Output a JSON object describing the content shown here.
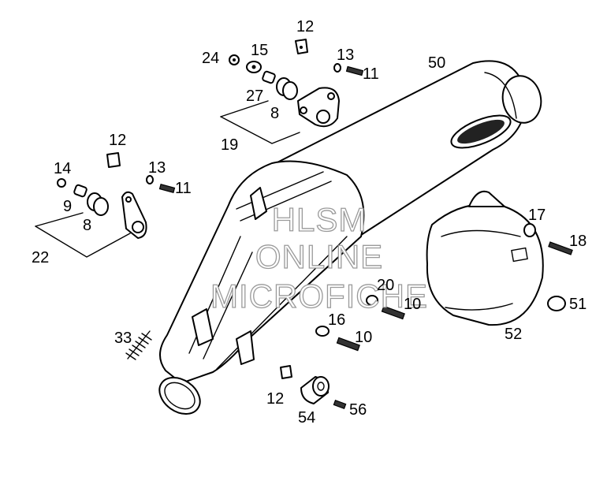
{
  "watermark": {
    "line1": "HLSM",
    "line2": "ONLINE",
    "line3": "MICROFICHE"
  },
  "callouts": {
    "c12_top": "12",
    "c24": "24",
    "c15": "15",
    "c13_top": "13",
    "c11_top": "11",
    "c50": "50",
    "c27": "27",
    "c8_top": "8",
    "c19": "19",
    "c12_mid": "12",
    "c14": "14",
    "c13_mid": "13",
    "c11_mid": "11",
    "c9": "9",
    "c8_left": "8",
    "c22": "22",
    "c17": "17",
    "c18": "18",
    "c20": "20",
    "c10_upper": "10",
    "c51": "51",
    "c16": "16",
    "c10_lower": "10",
    "c52": "52",
    "c33": "33",
    "c12_bottom": "12",
    "c54": "54",
    "c56": "56"
  },
  "colors": {
    "line": "#000000",
    "background": "#ffffff",
    "watermark_stroke": "#9a9a9a"
  }
}
